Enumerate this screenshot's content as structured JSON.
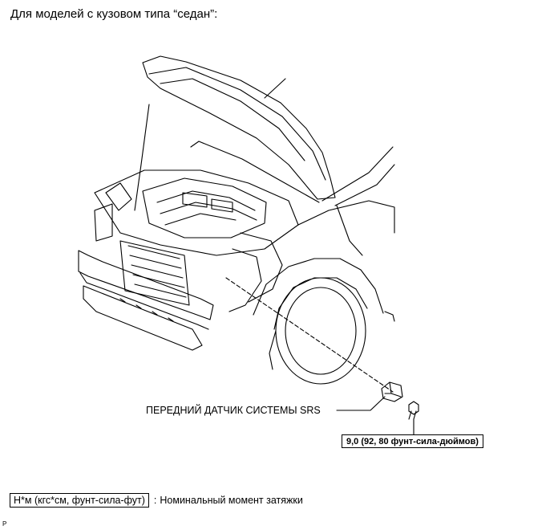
{
  "heading": "Для моделей с кузовом типа “седан”:",
  "part_label": "ПЕРЕДНИЙ ДАТЧИК СИСТЕМЫ SRS",
  "torque_value": "9,0 (92, 80 фунт-сила-дюймов)",
  "legend": {
    "key": "Н*м (кгс*см, фунт-сила-фут)",
    "separator": ":",
    "description": "Номинальный момент затяжки"
  },
  "reference_code": "P"
}
